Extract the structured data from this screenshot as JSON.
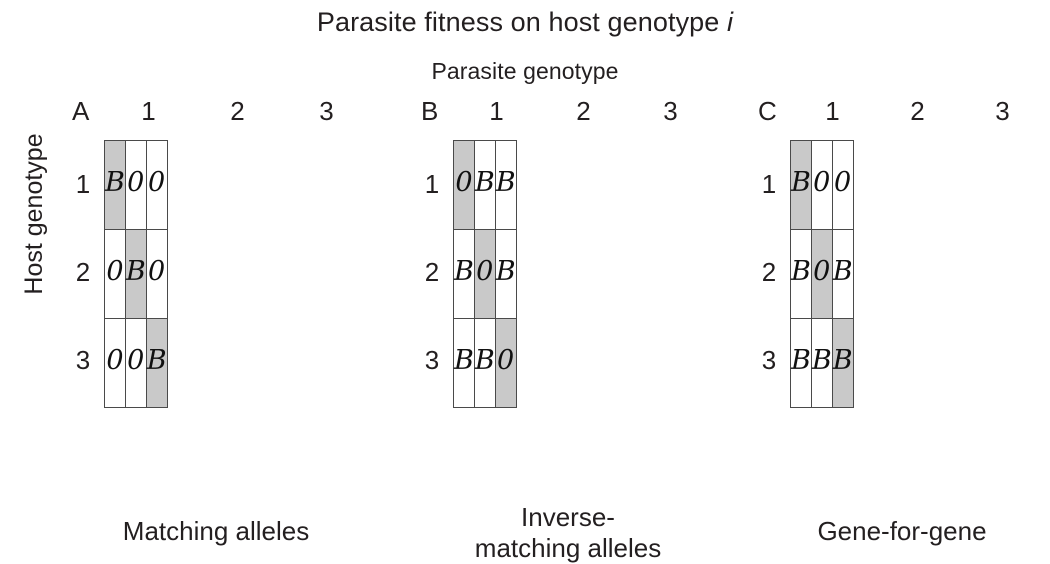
{
  "figure": {
    "main_title_prefix": "Parasite fitness on host genotype ",
    "main_title_italic": "i",
    "sub_title": "Parasite genotype",
    "y_axis_label": "Host genotype"
  },
  "colors": {
    "shaded_cell": "#c9c9c9",
    "cell_border": "#4a4a4a",
    "text": "#231f20",
    "background": "#ffffff"
  },
  "chart_data": {
    "type": "table",
    "title": "Parasite fitness on host genotype i",
    "xlabel": "Parasite genotype",
    "ylabel": "Host genotype",
    "column_headers": [
      "1",
      "2",
      "3"
    ],
    "row_headers": [
      "1",
      "2",
      "3"
    ],
    "panels": [
      {
        "letter": "A",
        "caption": "Matching alleles",
        "caption_lines": [
          "Matching alleles"
        ],
        "matrix": [
          [
            "B",
            "0",
            "0"
          ],
          [
            "0",
            "B",
            "0"
          ],
          [
            "0",
            "0",
            "B"
          ]
        ],
        "shaded": [
          [
            true,
            false,
            false
          ],
          [
            false,
            true,
            false
          ],
          [
            false,
            false,
            true
          ]
        ]
      },
      {
        "letter": "B",
        "caption": "Inverse-matching alleles",
        "caption_lines": [
          "Inverse-",
          "matching alleles"
        ],
        "matrix": [
          [
            "0",
            "B",
            "B"
          ],
          [
            "B",
            "0",
            "B"
          ],
          [
            "B",
            "B",
            "0"
          ]
        ],
        "shaded": [
          [
            true,
            false,
            false
          ],
          [
            false,
            true,
            false
          ],
          [
            false,
            false,
            true
          ]
        ]
      },
      {
        "letter": "C",
        "caption": "Gene-for-gene",
        "caption_lines": [
          "Gene-for-gene"
        ],
        "matrix": [
          [
            "B",
            "0",
            "0"
          ],
          [
            "B",
            "0",
            "B"
          ],
          [
            "B",
            "B",
            "B"
          ]
        ],
        "shaded": [
          [
            true,
            false,
            false
          ],
          [
            false,
            true,
            false
          ],
          [
            false,
            false,
            true
          ]
        ]
      }
    ]
  }
}
